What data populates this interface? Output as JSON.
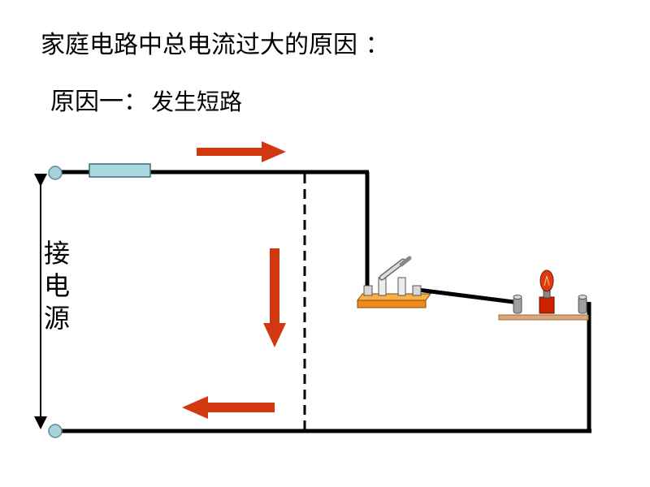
{
  "title": "家庭电路中总电流过大的原因 ：",
  "subtitle": {
    "label": "原因一：",
    "cause": "发生短路"
  },
  "source_label": [
    "接",
    "电",
    "源"
  ],
  "colors": {
    "wire": "#000000",
    "arrow": "#d2380f",
    "fuse": "#a9d8df",
    "terminal": "#a9d3dc",
    "switch_base": "#f08a1e",
    "bulb": "#cc2200",
    "shelf": "#d9a878"
  },
  "icons": [
    "fuse-icon",
    "knife-switch-icon",
    "light-bulb-icon",
    "terminal-post-icon",
    "arrow-right-icon",
    "arrow-down-icon",
    "arrow-left-icon"
  ]
}
